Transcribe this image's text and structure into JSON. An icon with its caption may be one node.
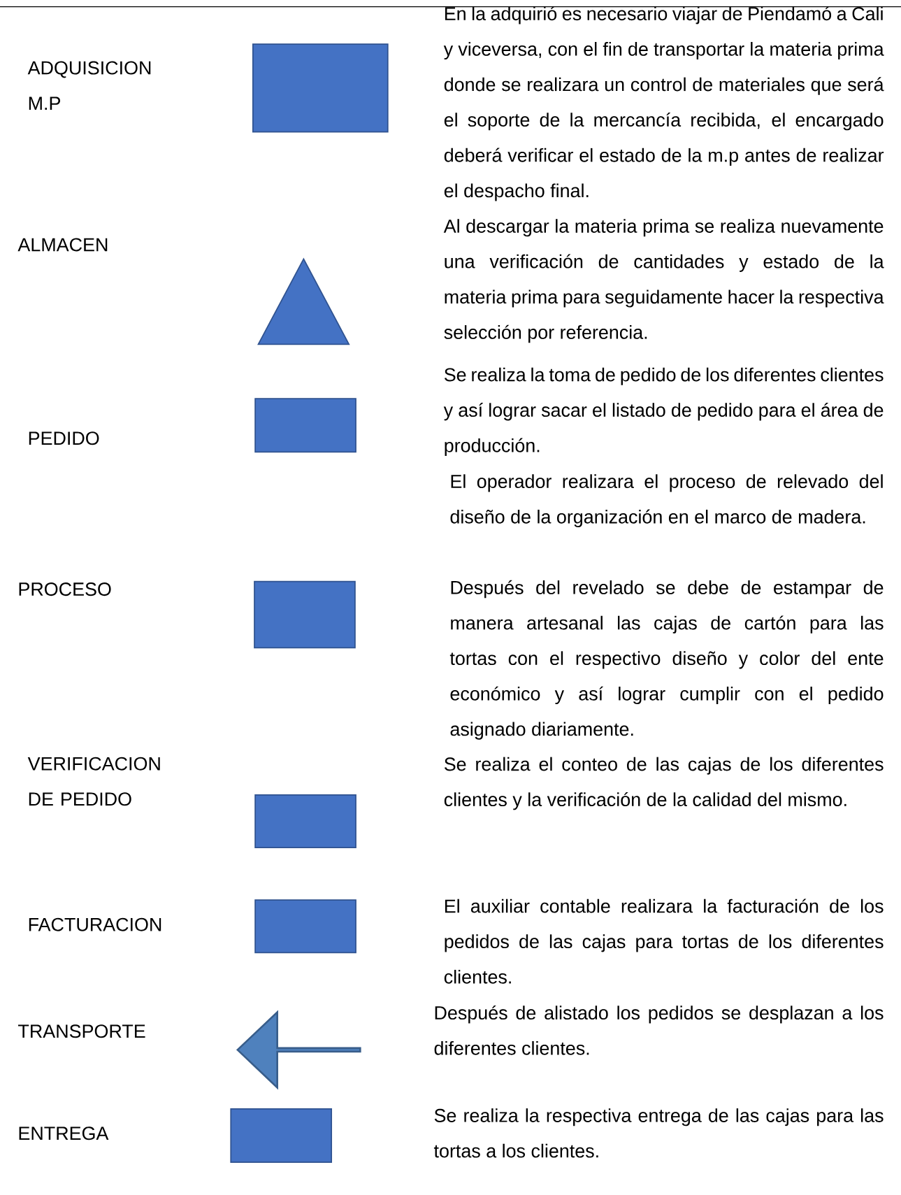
{
  "diagram": {
    "nodes": [
      {
        "text": [],
        "shape": "box"
      },
      {
        "text": [],
        "shape": "triangle"
      },
      {
        "text": [],
        "shape": "box"
      },
      {
        "text": [],
        "shape": "box"
      },
      {
        "text": [],
        "shape": "box"
      },
      {
        "text": [],
        "shape": "box"
      },
      {
        "text": [],
        "shape": "arrow"
      },
      {
        "text": [],
        "shape": "box"
      }
    ],
    "labels": [
      "En la adquirió es necesario viajar de Piendamó a Cali y viceversa, con el fin de transportar la materia prima donde se realizara un control de materiales que será el soporte de la mercancía recibida, el encargado deberá verificar el estado de la m.p antes de realizar el despacho final.",
      "ADQUISICION M.P",
      "Al descargar la materia prima se realiza nuevamente una verificación de cantidades y estado de la materia prima para seguidamente hacer la respectiva selección por referencia.",
      "ALMACEN",
      "Se realiza la toma de pedido de los diferentes clientes y así lograr sacar el listado de pedido para el área de producción.",
      "PEDIDO",
      "El operador realizara el proceso de relevado del diseño de la organización en el marco de madera.",
      "PROCESO",
      "Después del revelado se debe de estampar de manera artesanal las cajas de cartón para las tortas con el respectivo diseño y color del ente económico y así lograr cumplir con el pedido asignado diariamente.",
      "VERIFICACION DE PEDIDO",
      "Se realiza el conteo de las cajas de los diferentes clientes y la verificación de la calidad del mismo.",
      "El auxiliar contable realizara la facturación de los pedidos de las cajas para tortas de los diferentes clientes.",
      "FACTURACION",
      "Después de alistado los pedidos se desplazan a los diferentes clientes.",
      "TRANSPORTE",
      "Se realiza la respectiva entrega de las cajas para las tortas a los clientes.",
      "ENTREGA"
    ]
  }
}
